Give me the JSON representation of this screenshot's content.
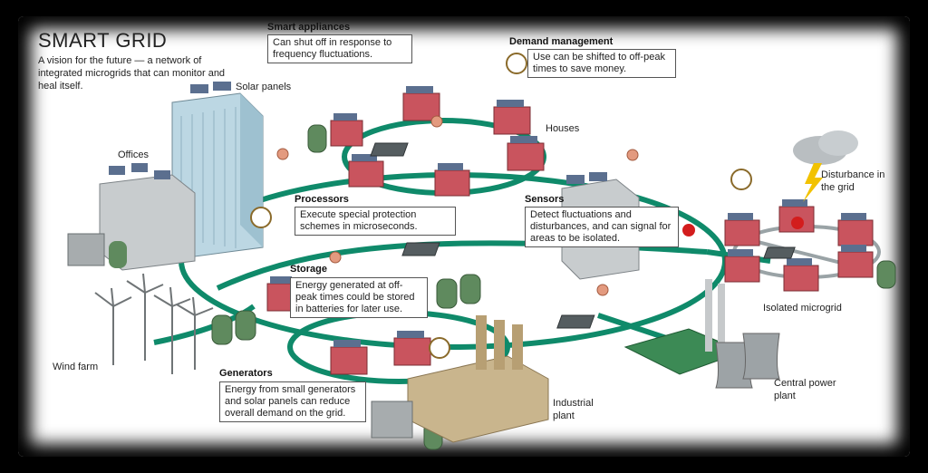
{
  "title": "SMART GRID",
  "subtitle": "A vision for the future — a network of integrated microgrids that can monitor and heal itself.",
  "callouts": {
    "smart_appliances": {
      "heading": "Smart appliances",
      "text": "Can shut off in response to frequency fluctuations."
    },
    "demand_management": {
      "heading": "Demand management",
      "text": "Use can be shifted to off-peak times to save money."
    },
    "processors": {
      "heading": "Processors",
      "text": "Execute special protection schemes in microseconds."
    },
    "sensors": {
      "heading": "Sensors",
      "text": "Detect fluctuations and disturbances, and can signal for areas to be isolated."
    },
    "storage": {
      "heading": "Storage",
      "text": "Energy generated at off-peak times could be stored in batteries for later use."
    },
    "generators": {
      "heading": "Generators",
      "text": "Energy from small generators and solar panels can reduce overall demand on the grid."
    }
  },
  "labels": {
    "solar_panels": "Solar panels",
    "offices": "Offices",
    "houses": "Houses",
    "disturbance": "Disturbance in the grid",
    "isolated_microgrid": "Isolated microgrid",
    "wind_farm": "Wind farm",
    "industrial_plant": "Industrial plant",
    "central_power_plant": "Central power plant"
  },
  "colors": {
    "grid_line": "#0f8a6a",
    "house_wall": "#c9545e",
    "roof": "#5b6f8f",
    "building": "#bcd7e3",
    "battery": "#5f8a5e",
    "factory": "#c9b58d",
    "sensor_alert": "#d31d1d"
  }
}
